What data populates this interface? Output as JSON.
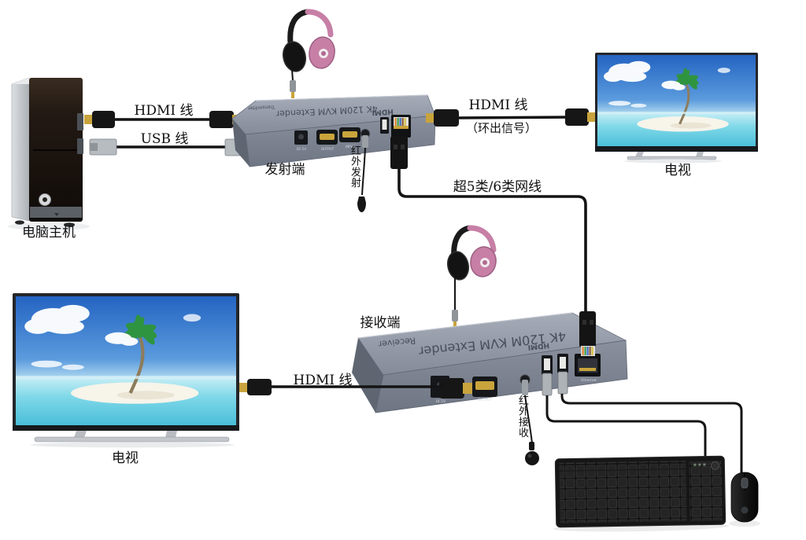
{
  "labels": {
    "computer": "电脑主机",
    "hdmi_cable_pc": "HDMI 线",
    "usb_cable_pc": "USB 线",
    "transmitter_end": "发射端",
    "ir_emitter": "红外发射",
    "hdmi_cable_loop": "HDMI 线",
    "loop_signal": "（环出信号）",
    "tv_top": "电视",
    "cat_cable": "超5类/6类网线",
    "receiver_end": "接收端",
    "ir_receiver": "红外接收",
    "hdmi_cable_rx": "HDMI 线",
    "tv_bottom": "电视"
  },
  "transmitter": {
    "model": "4K 120M KVM Extender",
    "role": "Transmitter",
    "logo": "HDMI",
    "ports": {
      "dc": "DC-5V",
      "output": "OUTPUT",
      "input": "INPUT"
    }
  },
  "receiver": {
    "model": "4K 120M KVM Extender",
    "role": "Receiver",
    "logo": "HDMI",
    "ports": {
      "dc": "DC5V",
      "output": "OUTPUT",
      "ethernet": "Ethernet"
    }
  },
  "colors": {
    "cable": "#141414",
    "device_gray_top": "#99a0ac",
    "device_gray_front": "#7e8593",
    "device_gray_side": "#636a76",
    "headphone_pink": "#c77fa6",
    "headphone_black": "#1b1b1b",
    "connector_gold": "#c9a43c",
    "tv_sky_blue": "#2e74cc",
    "tv_sea_cyan": "#4cc0da",
    "tower_dark": "#1c140e",
    "silver": "#c9cdd1",
    "label_text": "#101010"
  }
}
